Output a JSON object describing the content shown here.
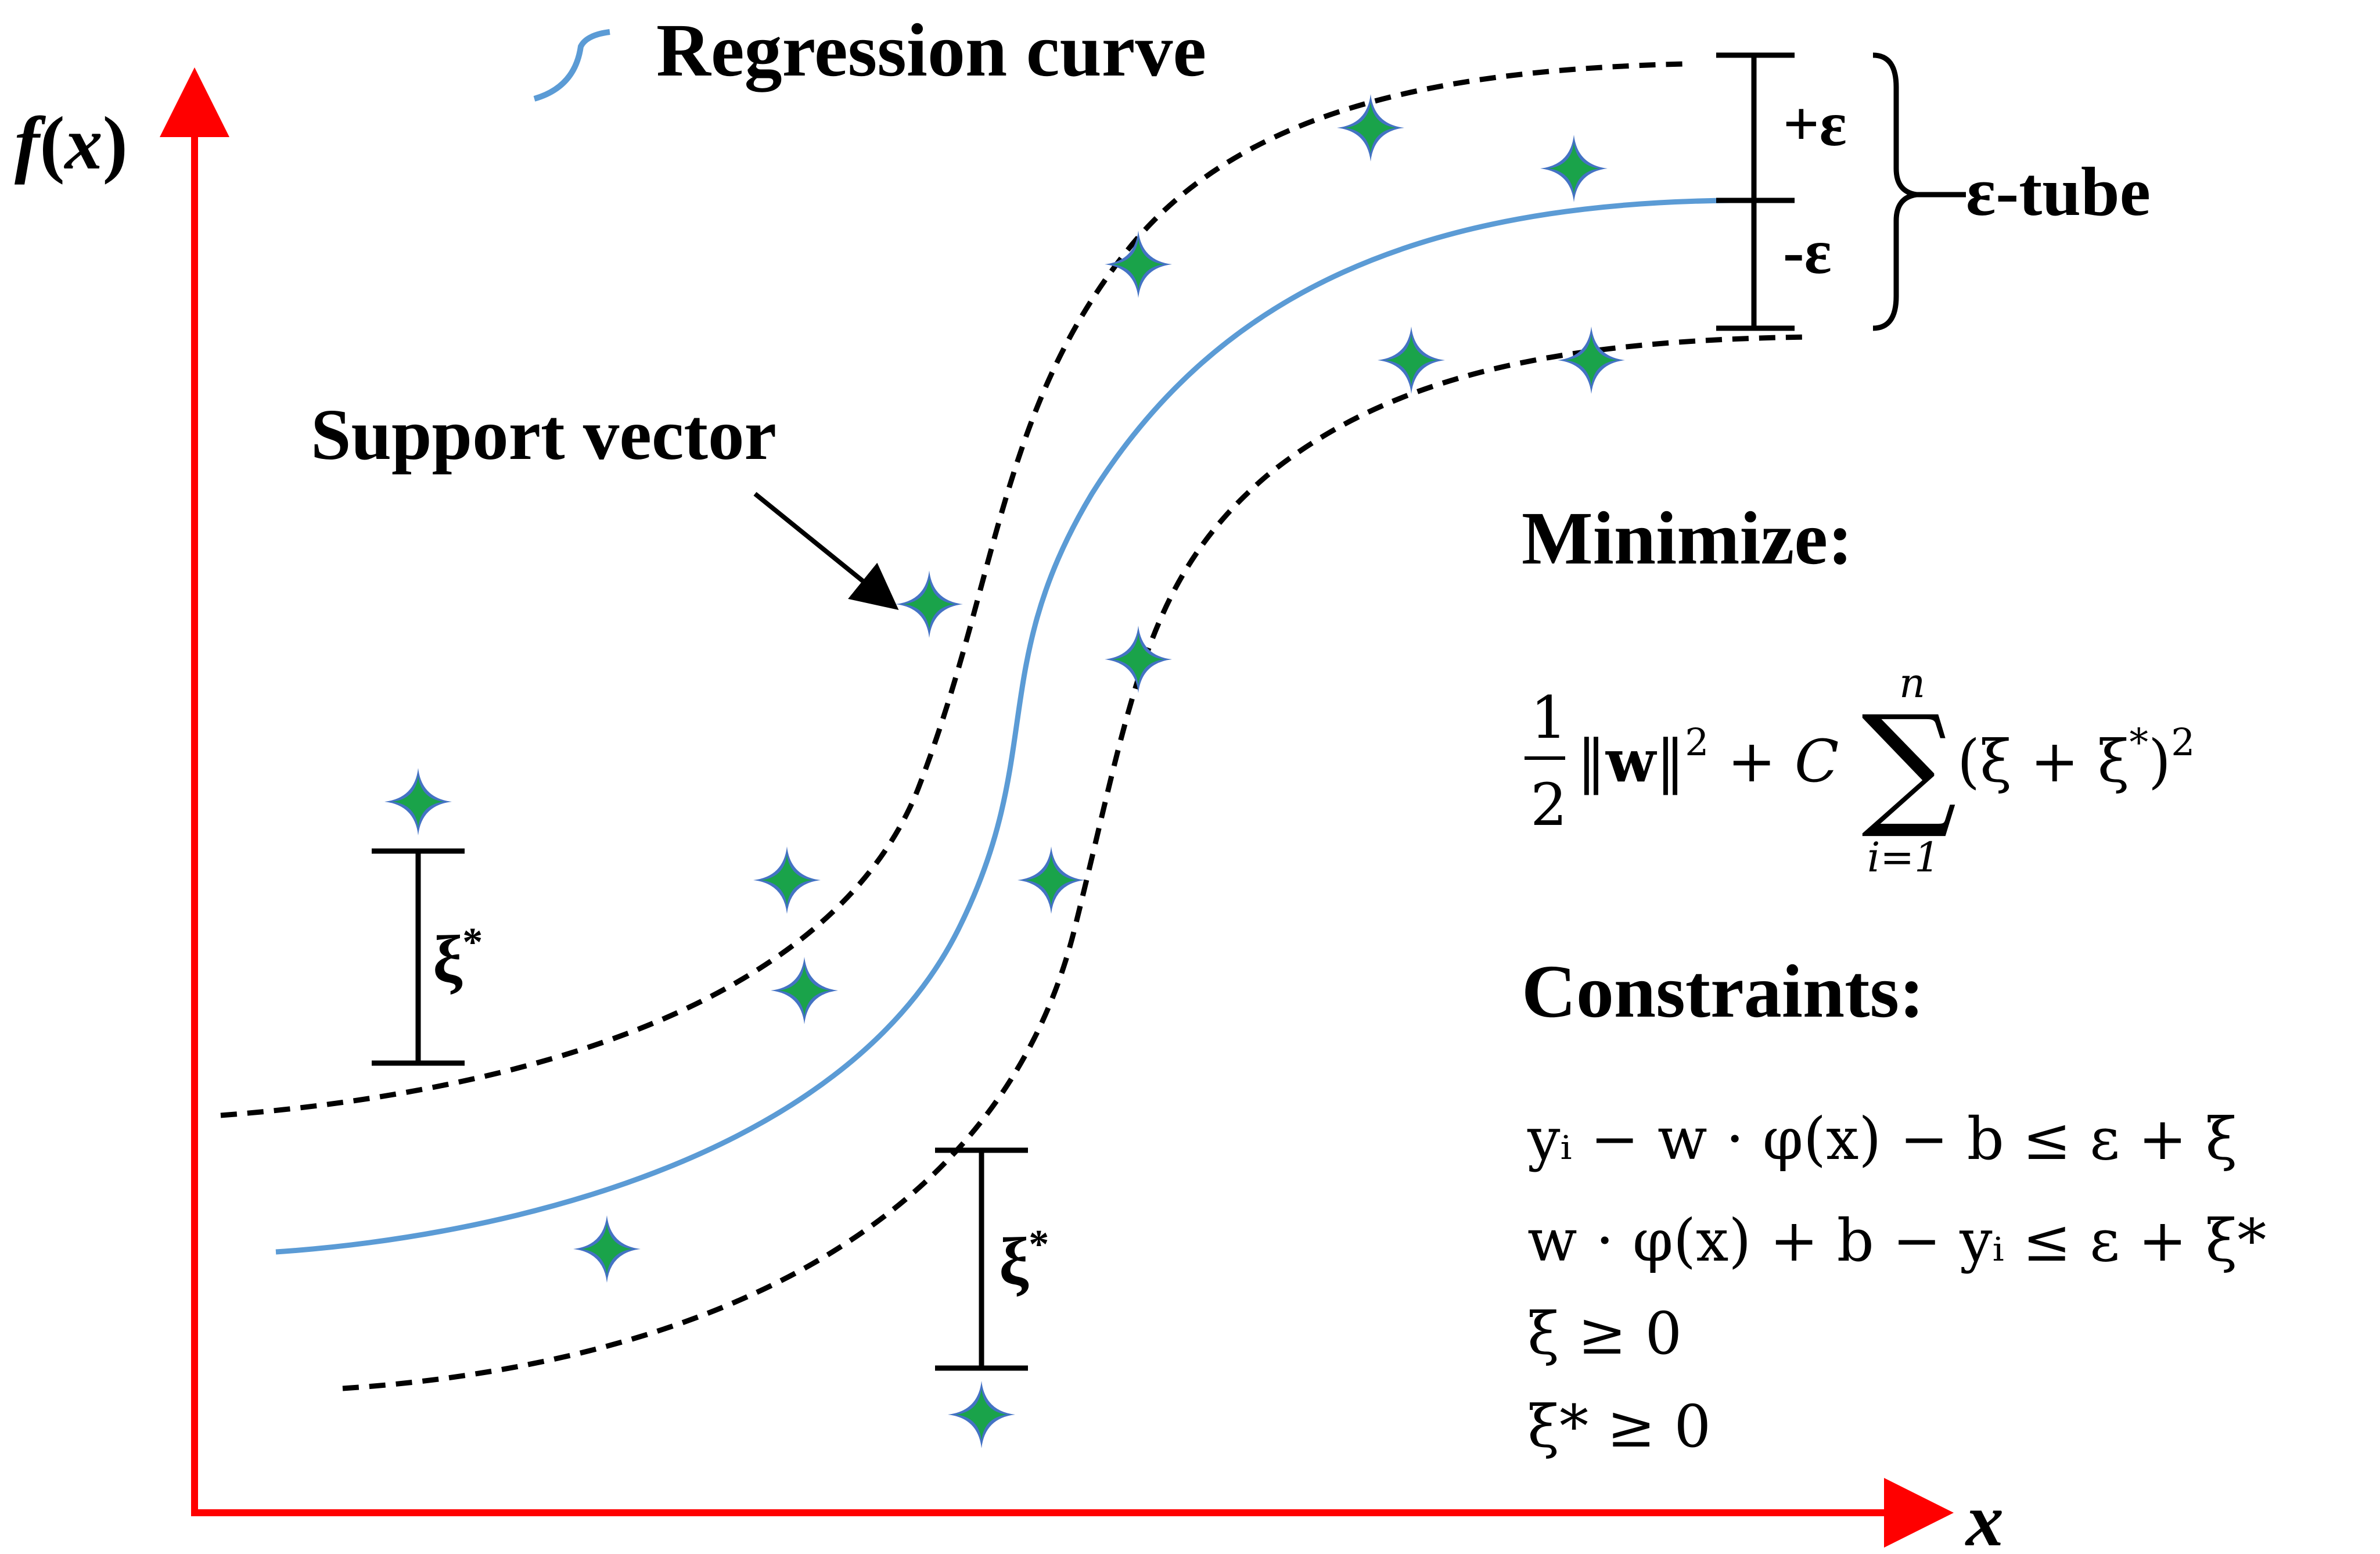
{
  "axes": {
    "y_label_f": "f",
    "y_label_open": "(",
    "y_label_x": "x",
    "y_label_close": ")",
    "x_label": "x",
    "color": "#ff0000"
  },
  "legend": {
    "label": "Regression curve"
  },
  "annotations": {
    "support_vector": "Support vector",
    "plus_eps": "+ε",
    "minus_eps": "-ε",
    "eps_tube": "ε-tube",
    "xi_star": "ξ",
    "star_sup": "*"
  },
  "objective": {
    "heading": "Minimize:",
    "frac_num": "1",
    "frac_den": "2",
    "norm": "‖",
    "w": "w",
    "norm_close": "‖",
    "sq": "2",
    "plus": " + ",
    "C": "C",
    "sum": "∑",
    "sum_top": "n",
    "sum_bottom": "i=1",
    "body": "(ξ + ξ",
    "body_star": "*",
    "body_close": ")",
    "body_sq": "2"
  },
  "constraints": {
    "heading": "Constraints:",
    "c1": "yᵢ − w · φ(x) − b ≤ ε + ξ",
    "c2": "w · φ(x) + b − yᵢ ≤ ε + ξ*",
    "c3": "ξ ≥ 0",
    "c4": "ξ* ≥ 0"
  },
  "colors": {
    "regression": "#5b9bd5",
    "tube": "#000000",
    "point_fill": "#1aa34a",
    "point_stroke": "#4472c4",
    "axis": "#ff0000"
  },
  "icons": {
    "data_point": "four-point-star-icon"
  }
}
